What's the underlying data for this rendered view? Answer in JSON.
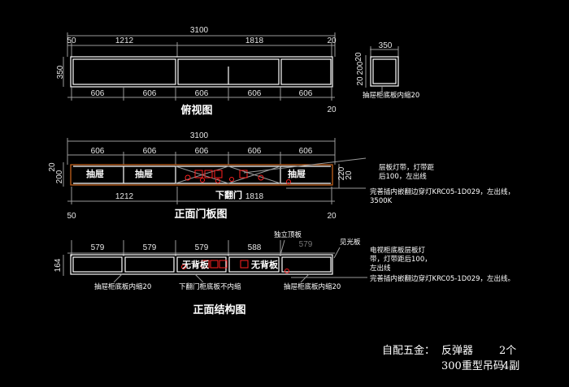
{
  "top_view": {
    "dims_top": {
      "total": "3100",
      "left_gap": "50",
      "left_seg": "1212",
      "right_seg": "1818",
      "right_gap": "20"
    },
    "dims_bottom": [
      "606",
      "606",
      "606",
      "606",
      "606"
    ],
    "height": "350",
    "bottom_right": "20",
    "title": "俯视图"
  },
  "drawer_detail": {
    "width": "350",
    "side_a": "20",
    "side_b": "200",
    "side_c": "20",
    "note": "抽屉柜底板内缩20"
  },
  "front_door": {
    "dim_total": "3100",
    "dims_top": [
      "606",
      "606",
      "606",
      "606",
      "606"
    ],
    "left_a": "20",
    "left_b": "200",
    "right_a": "220",
    "right_b": "20",
    "labels": {
      "drawer1": "抽屉",
      "drawer2": "抽屉",
      "drawer3": "抽屉",
      "lower_door": "下翻门"
    },
    "dims_bottom": {
      "left_gap": "50",
      "left_seg": "1212",
      "right_seg": "1818",
      "right_gap": "20"
    },
    "title": "正面门板图",
    "note1_line1": "层板灯带，灯带距",
    "note1_line2": "后100，左出线",
    "note2_line1": "完善插内嵌翻边穿灯KRC05-1D029，左出线，",
    "note2_line2": "3500K"
  },
  "front_structure": {
    "dims_top": [
      "579",
      "579",
      "579",
      "588"
    ],
    "ghost_dim": "579",
    "left_dim": "164",
    "labels": {
      "no_back1": "无背板",
      "no_back2": "无背板",
      "standing_panel": "独立顶板",
      "light_panel": "见光板"
    },
    "bottom_labels": {
      "left": "抽屉柜底板内缩20",
      "mid": "下翻门柜底板不内缩",
      "right": "抽屉柜底板内缩20"
    },
    "title": "正面结构图",
    "note_line1": "电视柜底板层板灯",
    "note_line2": "带，灯带距后100，",
    "note_line3": "左出线",
    "note_line4": "完善插内嵌翻边穿灯KRC05-1D029，左出线。"
  },
  "footer": {
    "line1_label": "自配五金：",
    "line1_item": "反弹器",
    "line1_qty": "2个",
    "line2_item": "300重型吊码",
    "line2_qty": "4副"
  }
}
